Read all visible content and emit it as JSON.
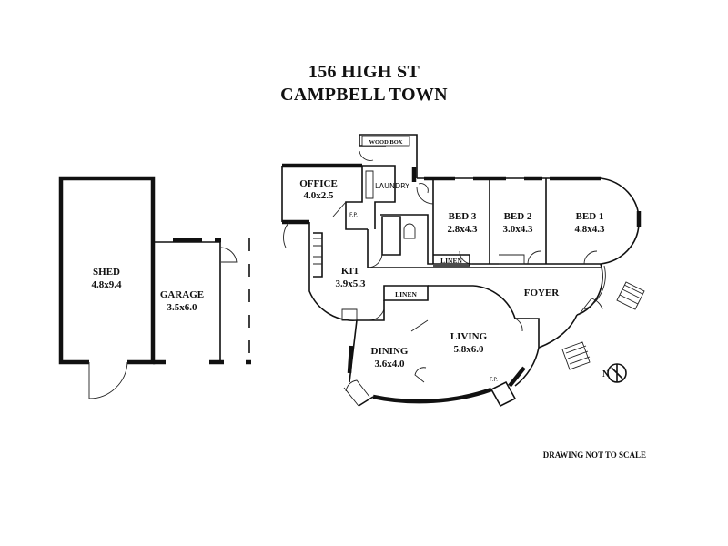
{
  "title": {
    "line1": "156 HIGH ST",
    "line2": "CAMPBELL TOWN"
  },
  "rooms": {
    "shed": {
      "name": "SHED",
      "size": "4.8x9.4"
    },
    "garage": {
      "name": "GARAGE",
      "size": "3.5x6.0"
    },
    "office": {
      "name": "OFFICE",
      "size": "4.0x2.5"
    },
    "kit": {
      "name": "KIT",
      "size": "3.9x5.3"
    },
    "bed3": {
      "name": "BED 3",
      "size": "2.8x4.3"
    },
    "bed2": {
      "name": "BED 2",
      "size": "3.0x4.3"
    },
    "bed1": {
      "name": "BED 1",
      "size": "4.8x4.3"
    },
    "foyer": {
      "name": "FOYER"
    },
    "living": {
      "name": "LIVING",
      "size": "5.8x6.0"
    },
    "dining": {
      "name": "DINING",
      "size": "3.6x4.0"
    }
  },
  "labels": {
    "wood_box": "WOOD BOX",
    "laundry": "LAUNDRY",
    "linen_upper": "LINEN",
    "linen_lower": "LINEN",
    "fp_office": "F.P.",
    "fp_living": "F.P."
  },
  "north_marker": "N",
  "note": "DRAWING NOT TO SCALE"
}
